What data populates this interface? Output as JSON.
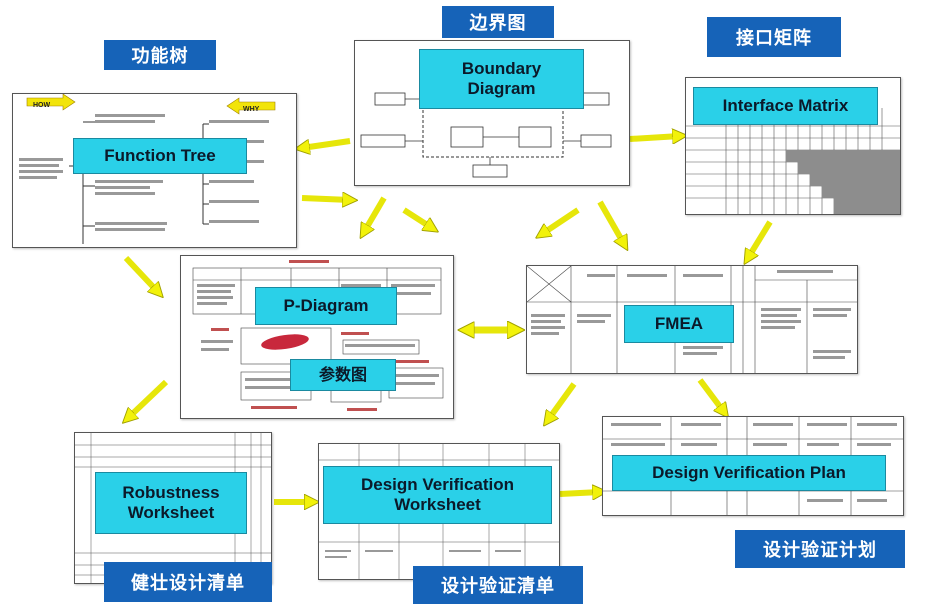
{
  "labels": {
    "gongnengshu": "功能树",
    "bianjietu": "边界图",
    "jiekoujuzhen": "接口矩阵",
    "canshutu": "参数图",
    "jianzhuang": "健壮设计清单",
    "sheji_yanzheng_qingdan": "设计验证清单",
    "sheji_yanzheng_jihua": "设计验证计划"
  },
  "tools": {
    "function_tree": "Function Tree",
    "boundary_diagram_line1": "Boundary",
    "boundary_diagram_line2": "Diagram",
    "interface_matrix": "Interface Matrix",
    "p_diagram": "P-Diagram",
    "fmea": "FMEA",
    "robustness_line1": "Robustness",
    "robustness_line2": "Worksheet",
    "dvw_line1": "Design Verification",
    "dvw_line2": "Worksheet",
    "dvp": "Design Verification Plan"
  },
  "function_tree_doc": {
    "how": "HOW",
    "why": "WHY"
  },
  "colors": {
    "label_bg": "#1663b8",
    "tool_box": "#2ad0e8",
    "arrow": "#f2f20a"
  }
}
